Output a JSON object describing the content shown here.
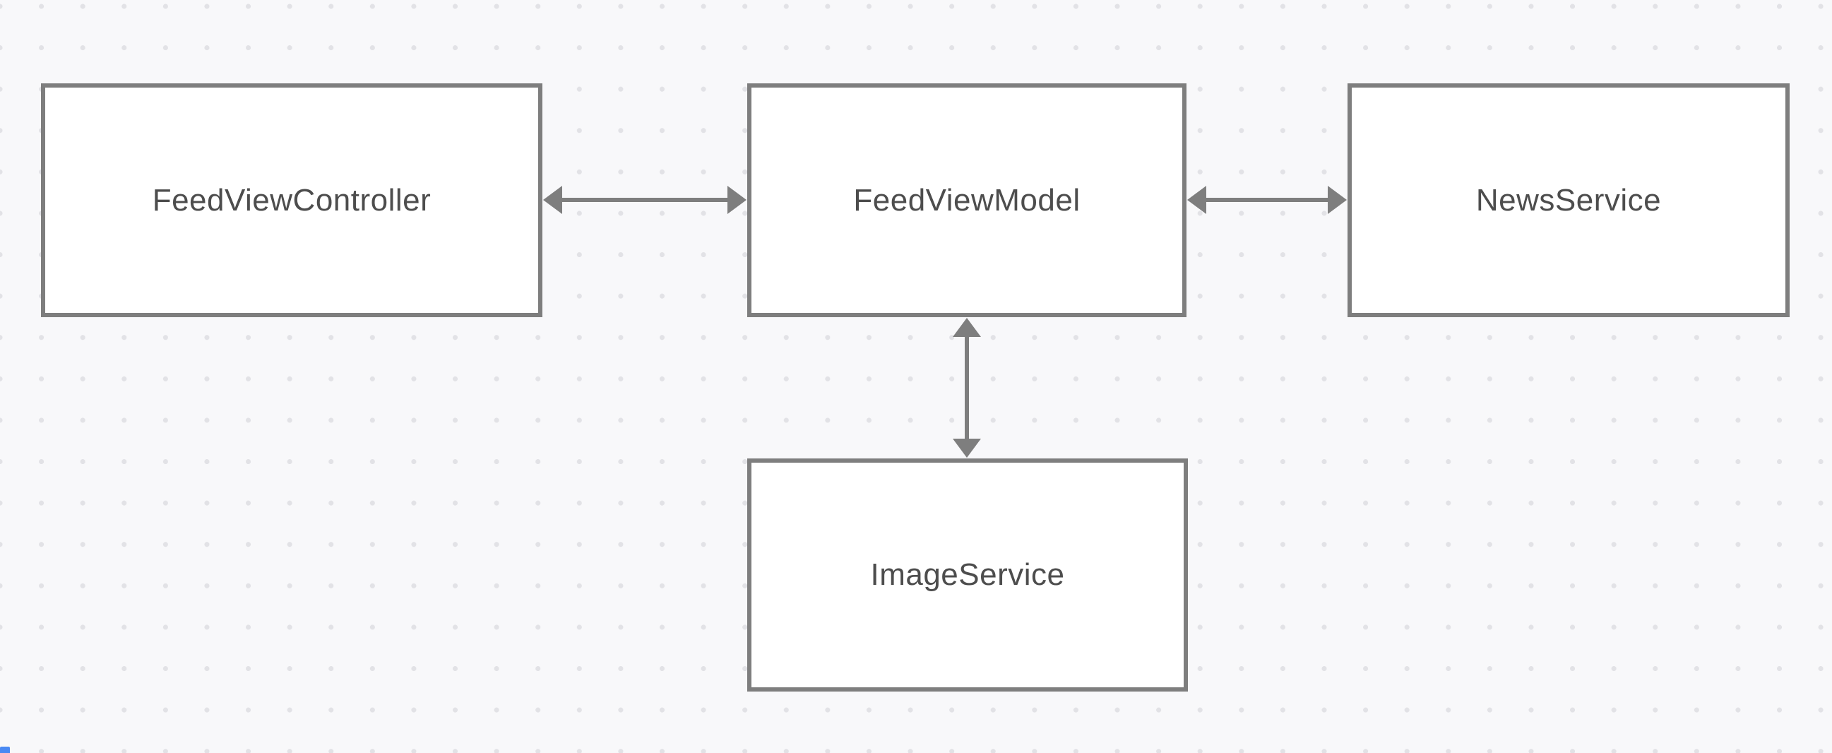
{
  "canvas": {
    "background_color": "#f8f8fa",
    "grid_dot_color": "#e2e2e6",
    "node_border_color": "#7e7e7e",
    "node_fill_color": "#ffffff",
    "node_text_color": "#4d4d4d",
    "arrow_color": "#7e7e7e",
    "corner_fragment_color": "#4a89f3"
  },
  "nodes": [
    {
      "id": "feed-view-controller",
      "label": "FeedViewController"
    },
    {
      "id": "feed-view-model",
      "label": "FeedViewModel"
    },
    {
      "id": "news-service",
      "label": "NewsService"
    },
    {
      "id": "image-service",
      "label": "ImageService"
    }
  ],
  "edges": [
    {
      "from": "FeedViewController",
      "to": "FeedViewModel",
      "style": "double-headed-arrow",
      "orientation": "horizontal"
    },
    {
      "from": "FeedViewModel",
      "to": "NewsService",
      "style": "double-headed-arrow",
      "orientation": "horizontal"
    },
    {
      "from": "FeedViewModel",
      "to": "ImageService",
      "style": "double-headed-arrow",
      "orientation": "vertical"
    }
  ]
}
